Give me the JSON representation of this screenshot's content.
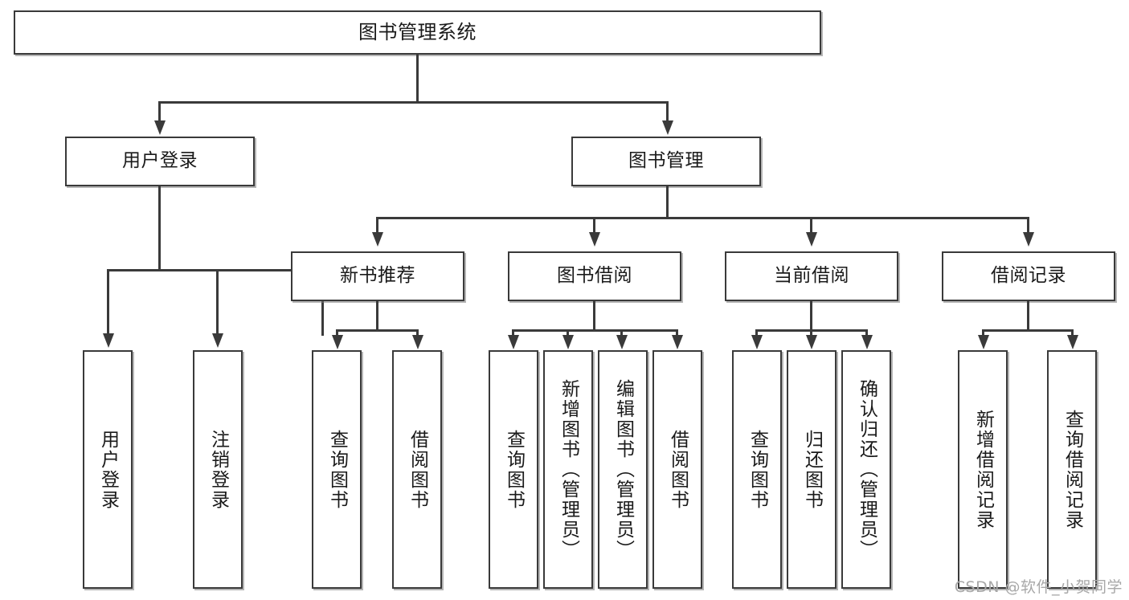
{
  "diagram": {
    "title": "图书管理系统",
    "type": "tree",
    "watermark": "CSDN @软件_小贺同学",
    "colors": {
      "stroke": "#3a3a3a",
      "fill": "#ffffff",
      "text": "#1a1a1a",
      "watermark": "#a8a8a8"
    },
    "levels": {
      "root": {
        "label": "图书管理系统"
      },
      "level1": [
        {
          "label": "用户登录"
        },
        {
          "label": "图书管理"
        }
      ],
      "level2": [
        {
          "label": "新书推荐"
        },
        {
          "label": "图书借阅"
        },
        {
          "label": "当前借阅"
        },
        {
          "label": "借阅记录"
        }
      ],
      "leaves": {
        "user_login": [
          {
            "label": "用户登录"
          },
          {
            "label": "注销登录"
          }
        ],
        "new_book_recommend": [
          {
            "label": "查询图书"
          },
          {
            "label": "借阅图书"
          }
        ],
        "book_borrow": [
          {
            "label": "查询图书"
          },
          {
            "label": "新增图书（管理员）"
          },
          {
            "label": "编辑图书（管理员）"
          },
          {
            "label": "借阅图书"
          }
        ],
        "current_borrow": [
          {
            "label": "查询图书"
          },
          {
            "label": "归还图书"
          },
          {
            "label": "确认归还（管理员）"
          }
        ],
        "borrow_record": [
          {
            "label": "新增借阅记录"
          },
          {
            "label": "查询借阅记录"
          }
        ]
      }
    }
  }
}
